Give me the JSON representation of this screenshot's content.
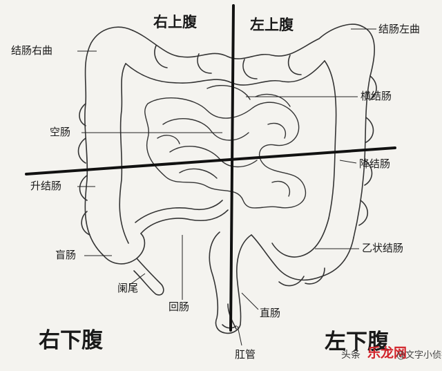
{
  "quadrants": {
    "right_upper": "右上腹",
    "left_upper": "左上腹",
    "right_lower": "右下腹",
    "left_lower": "左下腹"
  },
  "labels": {
    "hepatic_flexure": "结肠右曲",
    "splenic_flexure": "结肠左曲",
    "transverse_colon": "横结肠",
    "jejunum": "空肠",
    "descending_colon": "降结肠",
    "ascending_colon": "升结肠",
    "sigmoid_colon": "乙状结肠",
    "cecum": "盲肠",
    "appendix": "阑尾",
    "ileum": "回肠",
    "rectum": "直肠",
    "anal_canal": "肛管"
  },
  "watermark": {
    "prefix": "头条",
    "brand": "乐龙网",
    "suffix": "@文字小侦探"
  },
  "colors": {
    "background": "#f4f3ef",
    "ink": "#1a1a1a",
    "watermark_accent": "#d2232a"
  }
}
